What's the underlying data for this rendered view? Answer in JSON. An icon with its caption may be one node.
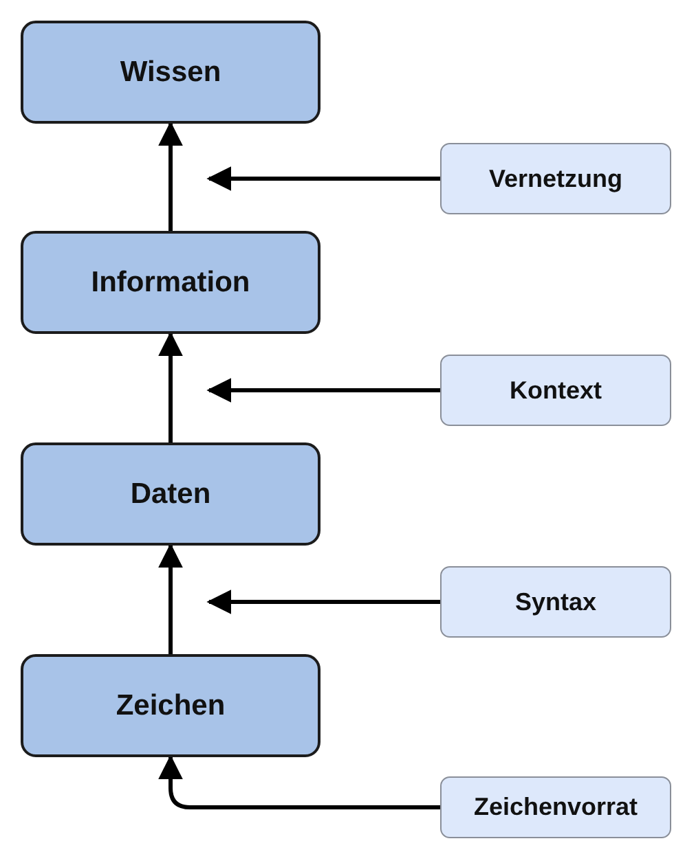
{
  "diagram": {
    "nodes": [
      {
        "text": [
          "Wissen"
        ]
      },
      {
        "text": [
          "Information"
        ]
      },
      {
        "text": [
          "Daten"
        ]
      },
      {
        "text": [
          "Zeichen"
        ]
      },
      {
        "text": [
          "Vernetzung"
        ]
      },
      {
        "text": [
          "Kontext"
        ]
      },
      {
        "text": [
          "Syntax"
        ]
      },
      {
        "text": [
          "Zeichenvorrat"
        ]
      }
    ],
    "edges": [
      {
        "from": 3,
        "to": 2,
        "arrow": "to"
      },
      {
        "from": 2,
        "to": 1,
        "arrow": "to"
      },
      {
        "from": 1,
        "to": 0,
        "arrow": "to"
      },
      {
        "from": 4,
        "to": null,
        "arrow": "to"
      },
      {
        "from": 5,
        "to": null,
        "arrow": "to"
      },
      {
        "from": 6,
        "to": null,
        "arrow": "to"
      },
      {
        "from": 7,
        "to": 3,
        "arrow": "to"
      }
    ]
  }
}
